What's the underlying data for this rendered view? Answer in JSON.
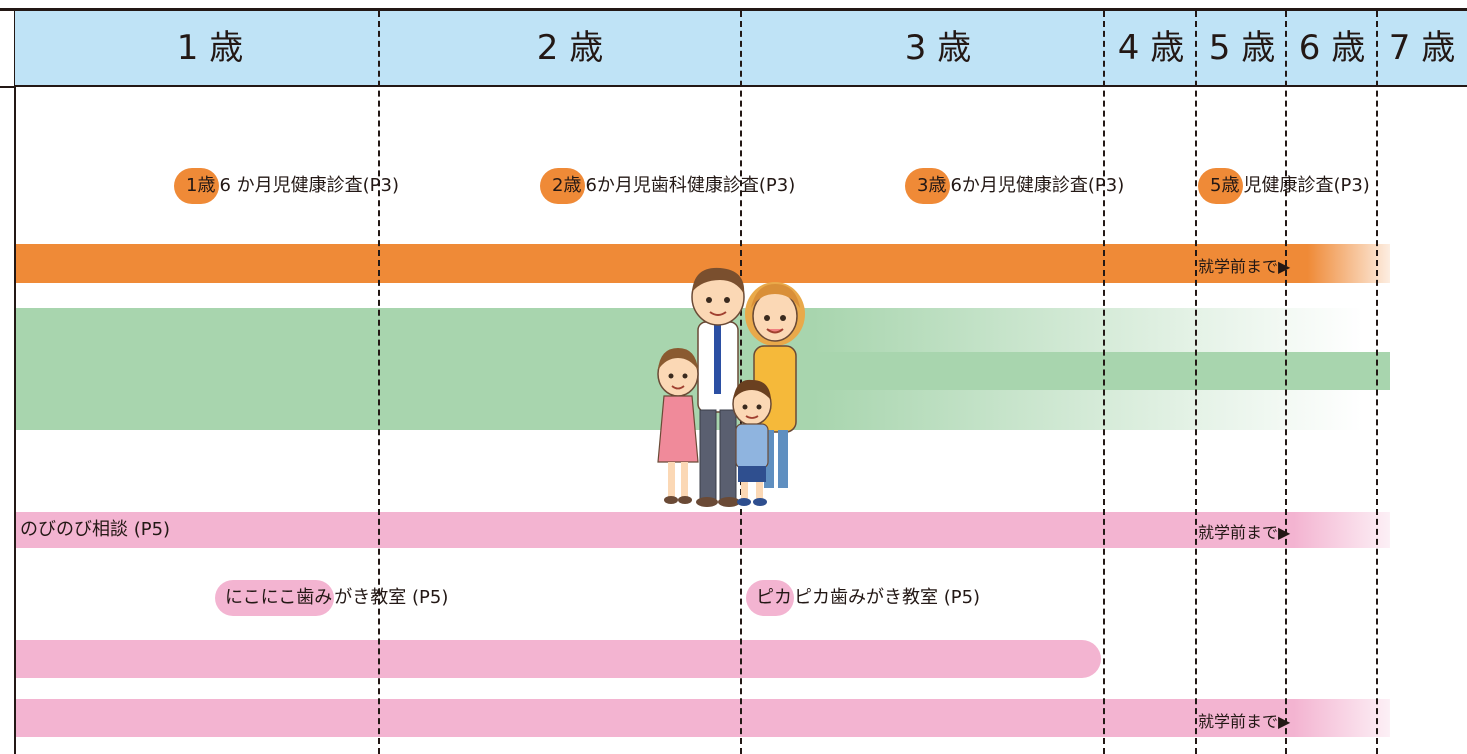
{
  "header": {
    "ages": [
      "1 歳",
      "2 歳",
      "3 歳",
      "4 歳",
      "5 歳",
      "6 歳",
      "7 歳"
    ]
  },
  "checkups": [
    {
      "age_part": "1歳",
      "rest": "6 か月児健康診査(P3)"
    },
    {
      "age_part": "2歳",
      "rest": "6か月児歯科健康診査(P3)"
    },
    {
      "age_part": "3歳",
      "rest": "6か月児健康診査(P3)"
    },
    {
      "age_part": "5歳",
      "rest": "児健康診査(P3)"
    }
  ],
  "bars": {
    "until_school_label": "就学前まで▶"
  },
  "programs": {
    "nobinobi": "のびのび相談 (P5)",
    "nikoniko_highlight": "にこにこ歯み",
    "nikoniko_rest": "がき教室 (P5)",
    "pikapika_highlight": "ピカ",
    "pikapika_rest": "ピカ歯みがき教室 (P5)"
  },
  "colors": {
    "header": "#bfe3f6",
    "orange": "#ef8a37",
    "green": "#a8d5ae",
    "pink": "#f3b4d1"
  }
}
